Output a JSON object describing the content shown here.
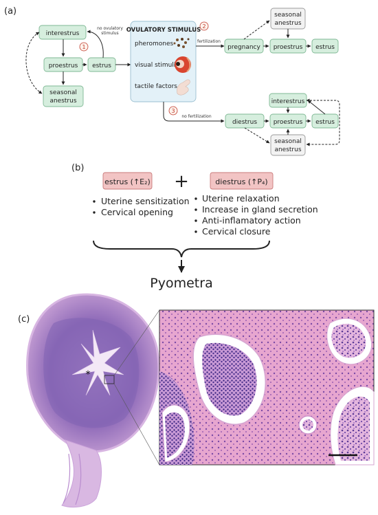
{
  "panels": {
    "a": "(a)",
    "b": "(b)",
    "c": "(c)"
  },
  "panel_a": {
    "left_cycle": {
      "interestrus": "interestrus",
      "proestrus": "proestrus",
      "estrus": "estrus",
      "seasonal_anestrus_1": "seasonal",
      "seasonal_anestrus_2": "anestrus",
      "no_ovulatory_1": "no ovulatory",
      "no_ovulatory_2": "stimulus",
      "step1": "1"
    },
    "stimulus_box": {
      "title": "OVULATORY STIMULUS",
      "pheromones": "pheromones",
      "visual": "visual stimuli",
      "tactile": "tactile factors"
    },
    "fertilization": {
      "label": "fertilization",
      "step2": "2",
      "pregnancy": "pregnancy",
      "proestrus": "proestrus",
      "estrus": "estrus",
      "seasonal_1": "seasonal",
      "seasonal_2": "anestrus"
    },
    "no_fertilization": {
      "label": "no fertilization",
      "step3": "3",
      "diestrus": "diestrus",
      "proestrus": "proestrus",
      "estrus": "estrus",
      "interestrus": "interestrus",
      "seasonal_1": "seasonal",
      "seasonal_2": "anestrus"
    },
    "colors": {
      "node_fill": "#d6eede",
      "node_stroke": "#7fb894",
      "gray_fill": "#f2f2f2",
      "gray_stroke": "#9a9a9a",
      "stimulus_fill": "#e3f1f8",
      "step_color": "#c0392b"
    }
  },
  "panel_b": {
    "estrus_box": "estrus (↑E₂)",
    "diestrus_box": "diestrus (↑P₄)",
    "plus": "+",
    "estrus_effects": [
      "Uterine sensitization",
      "Cervical opening"
    ],
    "diestrus_effects": [
      "Uterine relaxation",
      "Increase in gland secretion",
      "Anti-inflamatory action",
      "Cervical closure"
    ],
    "result": "Pyometra",
    "colors": {
      "box_fill": "#f2c4c4",
      "box_stroke": "#c97a7a"
    }
  },
  "panel_c": {
    "lumen_marker": "*",
    "colors": {
      "tissue": "#b48ad0",
      "tissue_dark": "#5a3c9a",
      "stroma": "#e7c0e0"
    }
  }
}
